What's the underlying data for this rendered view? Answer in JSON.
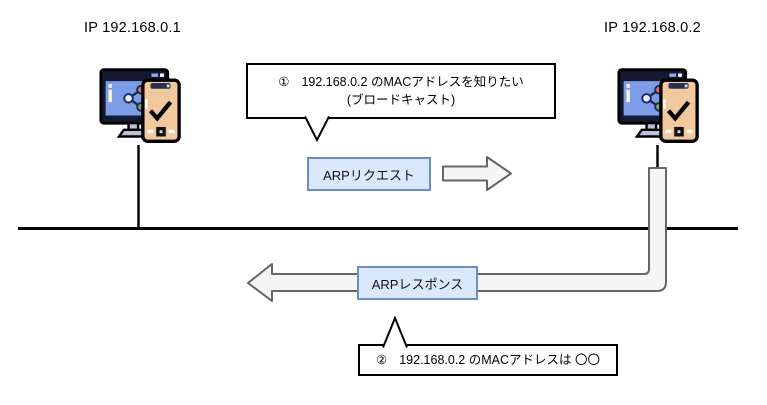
{
  "title": "ARP request / response sequence diagram",
  "hosts": {
    "left": {
      "ip_label": "IP 192.168.0.1",
      "icon": "computer-with-phone-icon"
    },
    "right": {
      "ip_label": "IP 192.168.0.2",
      "icon": "computer-with-phone-icon"
    }
  },
  "callouts": {
    "request": {
      "number": "①",
      "line1": "192.168.0.2 のMACアドレスを知りたい",
      "line2": "(ブロードキャスト)"
    },
    "response": {
      "number": "②",
      "text": "192.168.0.2 のMACアドレスは 〇〇"
    }
  },
  "labels": {
    "arp_request": "ARPリクエスト",
    "arp_response": "ARPレスポンス"
  },
  "colors": {
    "label_box_fill": "#dae8fc",
    "label_box_border": "#6c8ebf",
    "arrow_fill": "#f5f5f5",
    "arrow_stroke": "#666666",
    "line_color": "#000000",
    "background": "#ffffff"
  }
}
